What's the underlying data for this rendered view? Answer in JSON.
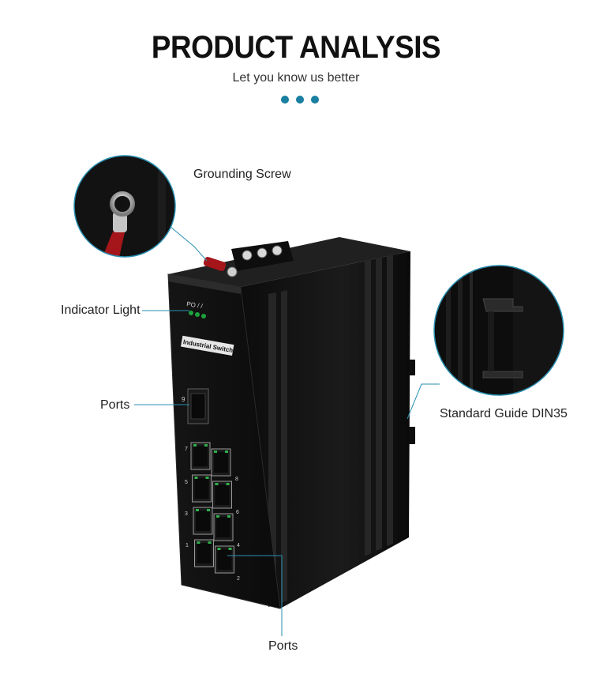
{
  "header": {
    "title": "PRODUCT ANALYSIS",
    "subtitle": "Let you know us better"
  },
  "theme": {
    "accent": "#1a7fa0",
    "device_body": "#111111",
    "callout_line": "#2a8fb0"
  },
  "callouts": {
    "grounding_screw": "Grounding Screw",
    "indicator_light": "Indicator Light",
    "ports_top": "Ports",
    "din_rail": "Standard Guide DIN35",
    "ports_bottom": "Ports"
  },
  "device": {
    "label": "Industrial Switch",
    "led_labels": "PO / /",
    "port_numbers_left": [
      "7",
      "5",
      "3",
      "1"
    ],
    "port_numbers_right": [
      "8",
      "6",
      "4",
      "2"
    ],
    "sfp_number": "9"
  }
}
